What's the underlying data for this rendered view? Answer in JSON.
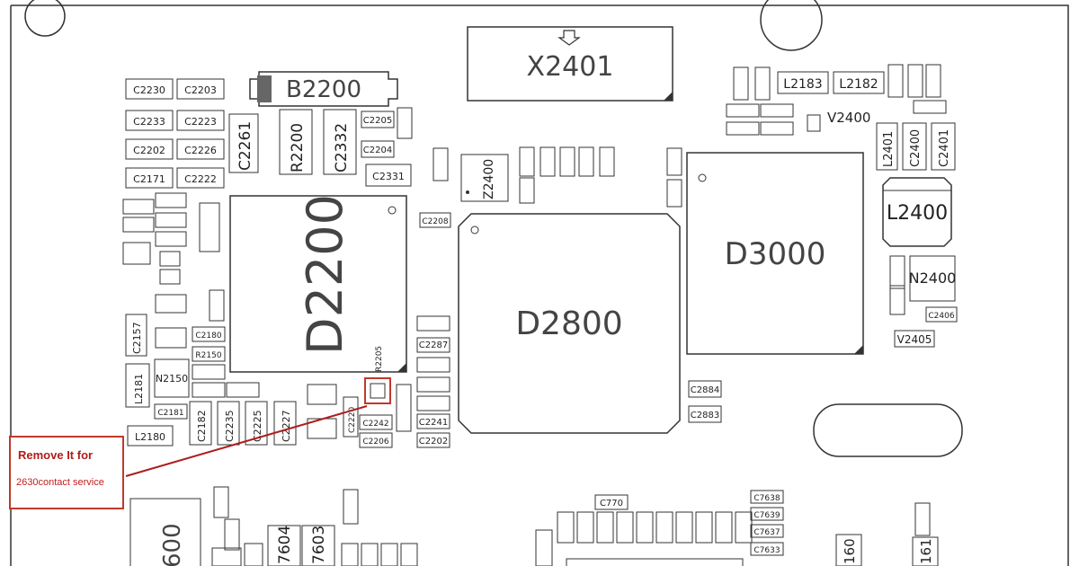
{
  "chips": {
    "x2401": "X2401",
    "b2200": "B2200",
    "d2200": "D2200",
    "d2800": "D2800",
    "d3000": "D3000",
    "l2400": "L2400",
    "n2400": "N2400",
    "v2400": "V2400",
    "z2400": "Z2400"
  },
  "components": {
    "c2230": "C2230",
    "c2203": "C2203",
    "c2233": "C2233",
    "c2223": "C2223",
    "c2202": "C2202",
    "c2226": "C2226",
    "c2171": "C2171",
    "c2222": "C2222",
    "c2261": "C2261",
    "r2200": "R2200",
    "c2332": "C2332",
    "c2205": "C2205",
    "c2204": "C2204",
    "c2331": "C2331",
    "l2183": "L2183",
    "l2182": "L2182",
    "l2401": "L2401",
    "c2400": "C2400",
    "c2401": "C2401",
    "c2157": "C2157",
    "l2181": "L2181",
    "n2150": "N2150",
    "l2180": "L2180",
    "c2181": "C2181",
    "c2182": "C2182",
    "c2235": "C2235",
    "c2225": "C2225",
    "c2227": "C2227",
    "c2180": "C2180",
    "r2150_label": "R2150",
    "c2220": "C2220",
    "c2242": "C2242",
    "c2206": "C2206",
    "c2241": "C2241",
    "c2202b": "C2202",
    "c2884": "C2884",
    "c2883": "C2883",
    "c2287": "C2287",
    "c2208": "C2208",
    "v2405": "V2405",
    "c2406": "C2406",
    "c770": "C770",
    "c7638": "C7638",
    "c7639": "C7639",
    "c7637": "C7637",
    "c7633": "C7633",
    "r2205": "R2205",
    "b7604": "7604",
    "b7603": "7603",
    "b600": "600",
    "b160": "160",
    "b161": "161"
  },
  "annotation": {
    "line1": "Remove It for",
    "line2": "2630contact service",
    "color": "#c0392b"
  }
}
